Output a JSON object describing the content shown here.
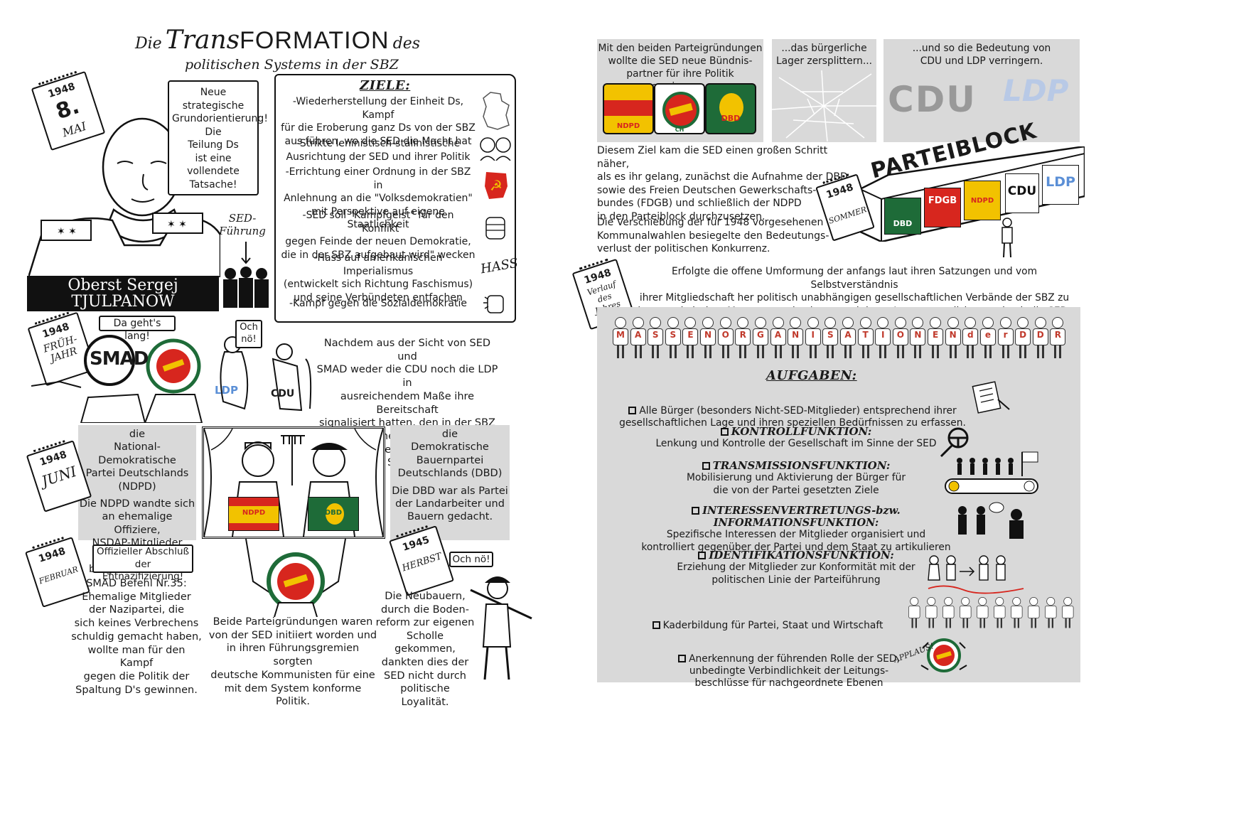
{
  "left": {
    "title": {
      "pre": "Die",
      "word1": "Trans",
      "word2": "FORMATION",
      "post": "des",
      "line2": "politischen Systems in der SBZ"
    },
    "calendar_mai": {
      "year": "1948",
      "day": "8.",
      "month": "MAI"
    },
    "speech_tjulpanow": "Neue\nstrategische\nGrundorientierung!\nDie\nTeilung Ds\nist eine\nvollendete\nTatsache!",
    "name_banner": "Oberst  Sergej\nTJULPANOW",
    "sed_label": "SED-\nFührung",
    "ziele": {
      "heading": "ZIELE:",
      "items": [
        "-Wiederherstellung der Einheit Ds, Kampf\nfür die Eroberung ganz Ds von der SBZ\naus führen, wo die SED die Macht hat",
        "-Strikte leninistisch-stalinistische\nAusrichtung der SED und ihrer Politik",
        "-Errichtung einer Ordnung in der SBZ in\nAnlehnung an die \"Volksdemokratien\"\nmit Perspektive auf eigene Staatlichkeit",
        "-SED soll \"Kampfgeist\" für den \"Konflikt\ngegen Feinde der neuen Demokratie,\ndie in der SBZ aufgebaut wird\" wecken",
        "-Hass auf amerikanischen Imperialismus\n(entwickelt sich Richtung Faschismus)\nund seine Verbündeten entfachen",
        "-Kampf gegen die Sozialdemokratie"
      ],
      "hass": "HASS"
    },
    "calendar_fruehjahr": {
      "year": "1948",
      "sub": "FRÜH-\nJAHR"
    },
    "smad_label": "SMAD",
    "bubble_da_gehts": "Da geht's lang!",
    "bubble_och_noe_1": "Och\nnö!",
    "ldp_label": "LDP",
    "cdu_label": "CDU",
    "text_nachdem": "Nachdem aus der Sicht von SED und\nSMAD weder die CDU noch die LDP in\nausreichendem Maße ihre Bereitschaft\nsignalisiert hatten, den in der SBZ\neingeschlagenen politischen Weg zu\nunterstützen, lizenzierten die Sowjets",
    "calendar_juni": {
      "year": "1948",
      "sub": "JUNI"
    },
    "ndpd_box": {
      "name": "die\nNational-Demokratische\nPartei Deutschlands\n(NDPD)",
      "desc": "Die NDPD wandte sich\nan ehemalige Offiziere,\nNSDAP-Mitglieder sowie\nbürgerliche Kreise."
    },
    "dbd_box": {
      "name": "die\nDemokratische\nBauernpartei\nDeutschlands (DBD)",
      "desc": "Die DBD war als Partei\nder Landarbeiter und\nBauern gedacht."
    },
    "flag_ndpd": "NDPD",
    "flag_dbd": "DBD",
    "calendar_februar": {
      "year": "1948",
      "sub": "FEBRUAR"
    },
    "bubble_abschluss": "Offizieller Abschluß\nder Entnazifizierung!",
    "text_befehl": "SMAD Befehl Nr.35:\nEhemalige Mitglieder\nder Nazipartei, die\nsich keines Verbrechens\nschuldig gemacht haben,\nwollte man für den Kampf\ngegen die Politik der\nSpaltung D's gewinnen.",
    "text_beide": "Beide Parteigründungen waren\nvon der SED initiiert worden und\nin ihren Führungsgremien sorgten\ndeutsche Kommunisten für eine\nmit dem System konforme Politik.",
    "calendar_herbst": {
      "year": "1945",
      "sub": "HERBST"
    },
    "bubble_och_noe_2": "Och nö!",
    "text_neubauern": "Die Neubauern,\ndurch die Boden-\nreform zur eigenen\nScholle gekommen,\ndankten dies der\nSED nicht durch\npolitische Loyalität."
  },
  "right": {
    "panel1": "Mit den beiden Parteigründungen\nwollte die SED neue Bündnis-\npartner für ihre Politik gewinnen...",
    "panel2": "...das bürgerliche\nLager zersplittern...",
    "panel3": "...und so die Bedeutung von\nCDU und LDP verringern.",
    "puzzle_labels": [
      "NDPD",
      "CH",
      "DBD"
    ],
    "cdu_big": "CDU",
    "ldp_big": "LDP",
    "text_diesem": "Diesem Ziel kam die SED einen großen Schritt näher,\nals es ihr gelang, zunächst die Aufnahme der DBD\nsowie des Freien Deutschen Gewerkschafts-\nbundes (FDGB) und schließlich der NDPD\nin den Parteiblock durchzusetzen.",
    "text_verschiebung": "Die Verschiebung der für 1948 vorgesehenen\nKommunalwahlen besiegelte den Bedeutungs-\nverlust der politischen Konkurrenz.",
    "calendar_sommer": {
      "year": "1948",
      "sub": "SOMMER"
    },
    "parteiblock": "PARTEIBLOCK",
    "block_labels": [
      "DBD",
      "FDGB",
      "NDPD",
      "CDU",
      "LDP"
    ],
    "calendar_verlauf": {
      "year": "1948",
      "sub": "Verlauf\ndes\nJahres"
    },
    "text_erfolgte": "Erfolgte die offene Umformung der anfangs laut ihren Satzungen und vom Selbstverständnis\nihrer Mitgliedschaft her politisch unabhängigen gesellschaftlichen Verbände der SBZ zu\nkommunistischen Massenorganisationen und deren Instrumentalisierung durch die SED.",
    "massenorg_letters": [
      "M",
      "A",
      "S",
      "S",
      "E",
      "N",
      "O",
      "R",
      "G",
      "A",
      "N",
      "I",
      "S",
      "A",
      "T",
      "I",
      "O",
      "N",
      "E",
      "N",
      "d",
      "e",
      "r",
      "D",
      "D",
      "R"
    ],
    "aufgaben_heading": "AUFGABEN:",
    "aufgaben": [
      {
        "title": "",
        "text": "Alle Bürger (besonders Nicht-SED-Mitglieder) entsprechend ihrer\ngesellschaftlichen Lage und ihren speziellen Bedürfnissen zu erfassen."
      },
      {
        "title": "KONTROLLFUNKTION:",
        "text": "Lenkung und Kontrolle der Gesellschaft im Sinne der SED"
      },
      {
        "title": "TRANSMISSIONSFUNKTION:",
        "text": "Mobilisierung und Aktivierung der Bürger für\ndie von der Partei gesetzten Ziele"
      },
      {
        "title": "INTERESSENVERTRETUNGS-bzw. INFORMATIONSFUNKTION:",
        "text": "Spezifische Interessen der Mitglieder organisiert und\nkontrolliert gegenüber der Partei und dem Staat zu artikulieren"
      },
      {
        "title": "IDENTIFIKATIONSFUNKTION:",
        "text": "Erziehung der Mitglieder zur Konformität mit der\npolitischen Linie der Parteiführung"
      },
      {
        "title": "",
        "text": "Kaderbildung für Partei, Staat und Wirtschaft"
      },
      {
        "title": "",
        "text": "Anerkennung der führenden Rolle der SED,\nunbedingte Verbindlichkeit der Leitungs-\nbeschlüsse für nachgeordnete Ebenen"
      }
    ],
    "applaus": "APPLAUS!"
  },
  "colors": {
    "grey_panel": "#d9d9d9",
    "ndpd_yellow": "#f2c200",
    "ndpd_red": "#d7261e",
    "dbd_green": "#1e6b38",
    "ldp_blue": "#5b8fd6",
    "letter_red": "#c0392b"
  }
}
